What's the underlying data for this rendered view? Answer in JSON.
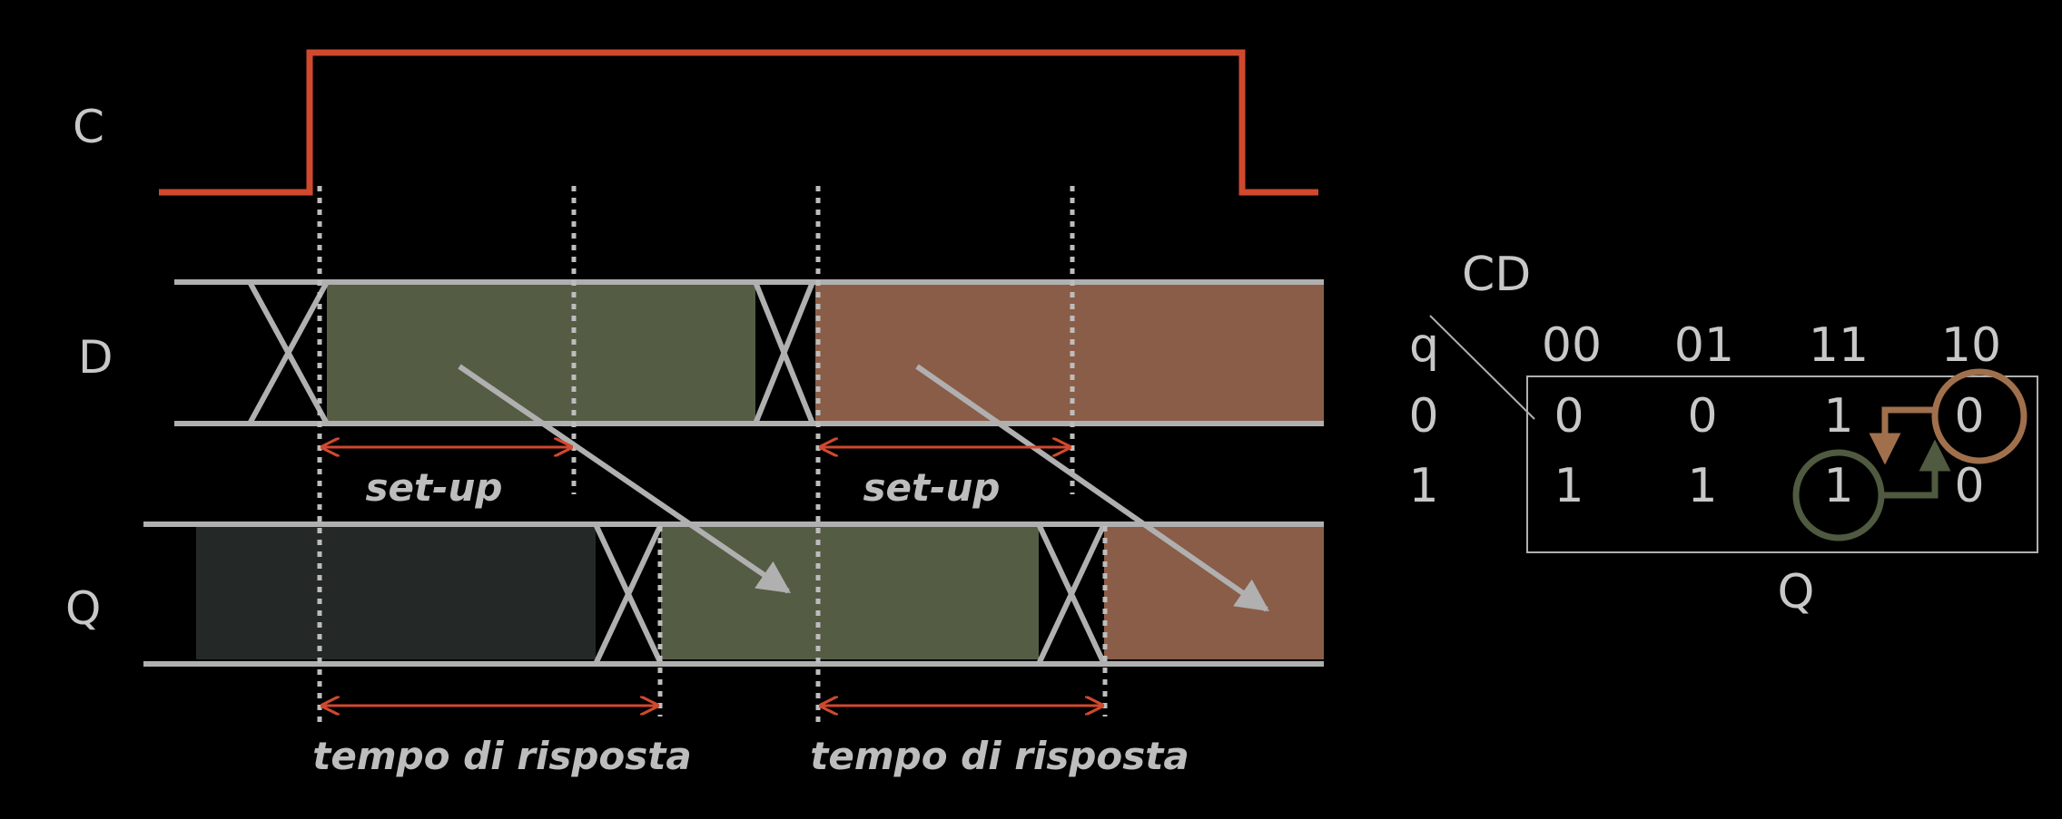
{
  "signals": {
    "clock_label": "C",
    "data_label": "D",
    "output_label": "Q"
  },
  "annotations": {
    "setup_1": "set-up",
    "setup_2": "set-up",
    "response_1": "tempo di risposta",
    "response_2": "tempo di risposta"
  },
  "kmap": {
    "col_var": "CD",
    "row_var": "q",
    "cols": [
      "00",
      "01",
      "11",
      "10"
    ],
    "rows": [
      "0",
      "1"
    ],
    "cells": [
      [
        "0",
        "0",
        "1",
        "0"
      ],
      [
        "1",
        "1",
        "1",
        "0"
      ]
    ],
    "output_label": "Q"
  },
  "colors": {
    "background": "#000000",
    "clock": "#d0492e",
    "green_state": "#545c44",
    "brown_state": "#8a5d48",
    "dark_state": "#242928",
    "line": "#b0b0b0",
    "arrow_red": "#d0492e",
    "circle_brown": "#a0704c",
    "circle_green": "#4f5a41"
  }
}
